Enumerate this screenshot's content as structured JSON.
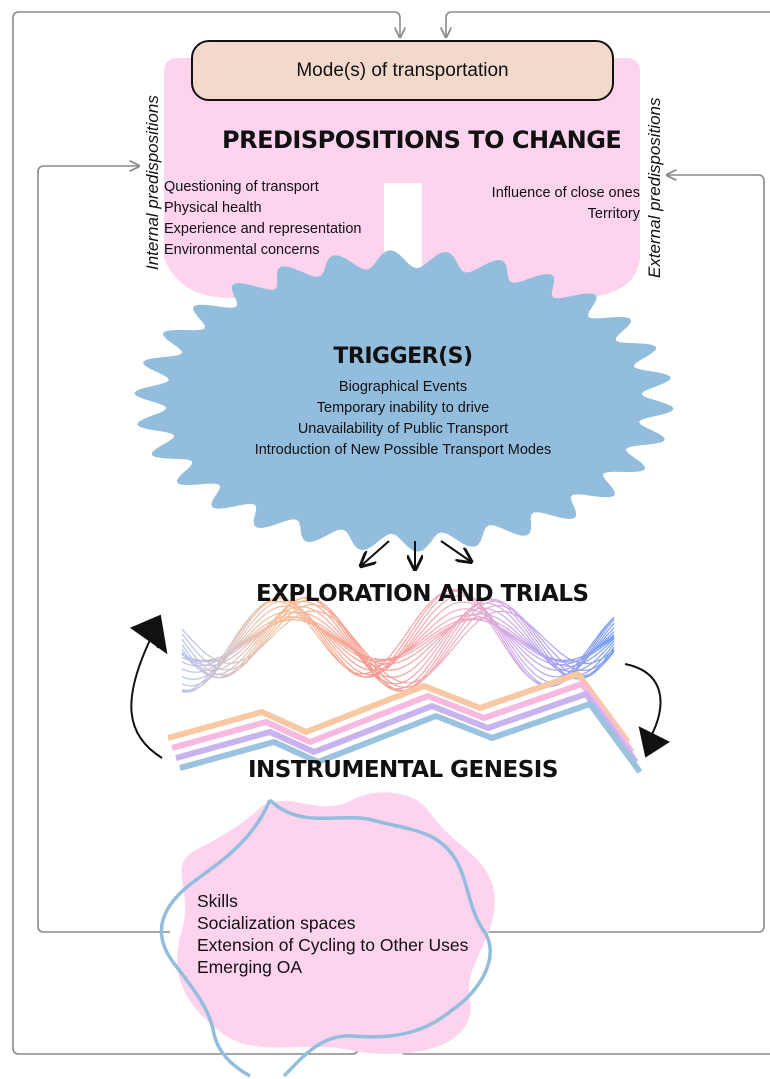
{
  "mode_box": "Mode(s) of transportation",
  "predispositions": {
    "title": "PREDISPOSITIONS TO CHANGE",
    "internal_label": "Internal predispositions",
    "external_label": "External predispositions",
    "internal_items": [
      "Questioning of transport",
      "Physical health",
      "Experience and representation",
      "Environmental concerns"
    ],
    "external_items": [
      "Influence of close ones",
      "Territory"
    ]
  },
  "trigger": {
    "title": "TRIGGER(S)",
    "items": [
      "Biographical Events",
      "Temporary inability to drive",
      "Unavailability of Public Transport",
      "Introduction of New Possible Transport Modes"
    ]
  },
  "exploration": {
    "title": "EXPLORATION AND TRIALS"
  },
  "genesis": {
    "title": "INSTRUMENTAL GENESIS"
  },
  "outcomes": {
    "items": [
      "Skills",
      "Socialization spaces",
      "Extension of Cycling to Other Uses",
      "Emerging OA"
    ]
  },
  "colors": {
    "pink": "#fdd3ee",
    "blue": "#93bddd",
    "peach": "#f3d9cc",
    "connector": "#8a8a8a"
  }
}
